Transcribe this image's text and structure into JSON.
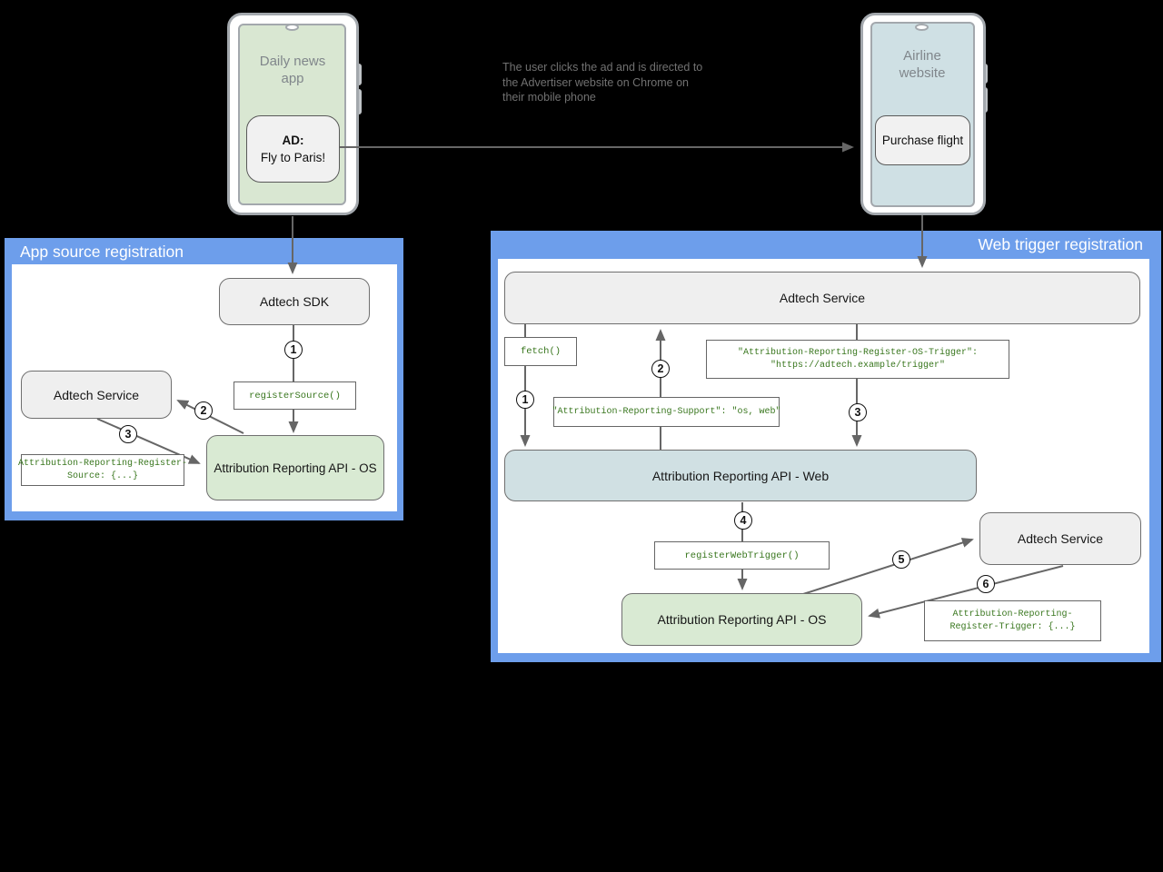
{
  "phones": {
    "news": {
      "title": "Daily news app",
      "ad_heading": "AD:",
      "ad_text": "Fly to Paris!"
    },
    "airline": {
      "title": "Airline website",
      "button": "Purchase flight"
    }
  },
  "narration": {
    "line1": "The user clicks the ad and is directed to",
    "line2": "the Advertiser website on Chrome on",
    "line3": "their mobile phone"
  },
  "panels": {
    "app_source": {
      "title": "App source registration",
      "boxes": {
        "adtech_sdk": "Adtech SDK",
        "adtech_service": "Adtech Service",
        "api_os": "Attribution Reporting API - OS"
      },
      "code": {
        "register_source": "registerSource()",
        "header_line1": "Attribution-Reporting-Register-",
        "header_line2": "Source: {...}"
      },
      "steps": {
        "s1": "1",
        "s2": "2",
        "s3": "3"
      }
    },
    "web_trigger": {
      "title": "Web trigger registration",
      "boxes": {
        "adtech_service_top": "Adtech Service",
        "api_web": "Attribution Reporting API - Web",
        "api_os": "Attribution Reporting API - OS",
        "adtech_service_right": "Adtech Service"
      },
      "code": {
        "fetch": "fetch()",
        "os_trigger_line1": "\"Attribution-Reporting-Register-OS-Trigger\":",
        "os_trigger_line2": "\"https://adtech.example/trigger\"",
        "support": "\"Attribution-Reporting-Support\": \"os, web\"",
        "register_web_trigger": "registerWebTrigger()",
        "trigger_line1": "Attribution-Reporting-",
        "trigger_line2": "Register-Trigger: {...}"
      },
      "steps": {
        "s1": "1",
        "s2": "2",
        "s3": "3",
        "s4": "4",
        "s5": "5",
        "s6": "6"
      }
    }
  },
  "colors": {
    "panel_blue": "#6d9eeb",
    "box_gray": "#efefef",
    "box_green": "#d9ead3",
    "box_light_blue": "#d0e0e3",
    "phone_screen_green": "#d9e7d2",
    "phone_screen_blue": "#cfe0e4",
    "code_text_green": "#38761d",
    "arrow_gray": "#666666",
    "background": "#000000"
  }
}
